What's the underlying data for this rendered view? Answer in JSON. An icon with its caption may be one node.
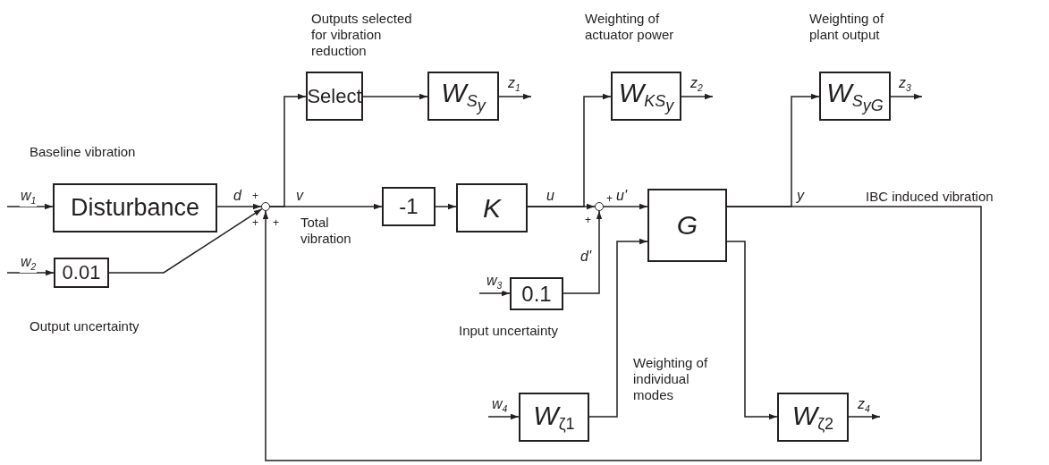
{
  "diagram": {
    "nodes": [
      {
        "text": [
          "Disturbance"
        ]
      },
      {
        "text": [
          "0.01"
        ]
      },
      {
        "text": [],
        "shape": "circle"
      },
      {
        "text": [
          "Select"
        ]
      },
      {
        "text": [
          "W$_{S}$$_{y}$"
        ]
      },
      {
        "text": [
          "-1"
        ]
      },
      {
        "text": [
          "K"
        ]
      },
      {
        "text": [
          "W$_{KS}$$_{y}$"
        ]
      },
      {
        "text": [],
        "shape": "circle"
      },
      {
        "text": [
          "G"
        ]
      },
      {
        "text": [
          "0.1"
        ]
      },
      {
        "text": [
          "*W*$_{ζ1}$"
        ]
      },
      {
        "text": [
          "W$_{S}$$_{yG}$"
        ]
      },
      {
        "text": [
          "*W*$_{ζ2}$"
        ]
      }
    ],
    "edges": [
      {
        "from": null,
        "to": 0,
        "arrow": "to",
        "label": "w$_{1}$"
      },
      {
        "from": null,
        "to": 1,
        "arrow": "to",
        "label": "w$_{2}$"
      },
      {
        "from": 0,
        "to": 2,
        "arrow": "to",
        "label": "d"
      },
      {
        "from": 1,
        "to": 2,
        "arrow": "to"
      },
      {
        "from": 2,
        "to": 3,
        "arrow": "to"
      },
      {
        "from": 2,
        "to": 5,
        "arrow": "to",
        "label": "v"
      },
      {
        "from": 3,
        "to": 4,
        "arrow": "to"
      },
      {
        "from": 4,
        "to": null,
        "arrow": "to",
        "label": "z$_{1}$"
      },
      {
        "from": 5,
        "to": 6,
        "arrow": "to"
      },
      {
        "from": 6,
        "to": 7,
        "arrow": "to"
      },
      {
        "from": 6,
        "to": 8,
        "arrow": "to",
        "label": "u"
      },
      {
        "from": 7,
        "to": null,
        "arrow": "to",
        "label": "z$_{2}$"
      },
      {
        "from": null,
        "to": 10,
        "arrow": "to",
        "label": "w$_{3}$"
      },
      {
        "from": 10,
        "to": 8,
        "arrow": "to",
        "label": "d'"
      },
      {
        "from": 8,
        "to": 9,
        "arrow": "to",
        "label": "u'"
      },
      {
        "from": null,
        "to": 11,
        "arrow": "to",
        "label": "w$_{4}$"
      },
      {
        "from": 11,
        "to": 9,
        "arrow": "to"
      },
      {
        "from": 9,
        "to": 12,
        "arrow": "to",
        "label": "y"
      },
      {
        "from": 9,
        "to": 2,
        "arrow": "to"
      },
      {
        "from": 12,
        "to": null,
        "arrow": "to",
        "label": "z$_{3}$"
      },
      {
        "from": 9,
        "to": 13,
        "arrow": "to"
      },
      {
        "from": 13,
        "to": null,
        "arrow": "to",
        "label": "z$_{4}$"
      }
    ],
    "labels": [
      "Outputs selected for vibration reduction",
      "Weighting of actuator power",
      "Weighting of plant output",
      "Baseline vibration",
      "IBC induced vibration",
      "+",
      "+",
      "+",
      "+",
      "+",
      "Total vibration",
      "Output uncertainty",
      "Input uncertainty",
      "Weighting of individual modes"
    ]
  }
}
